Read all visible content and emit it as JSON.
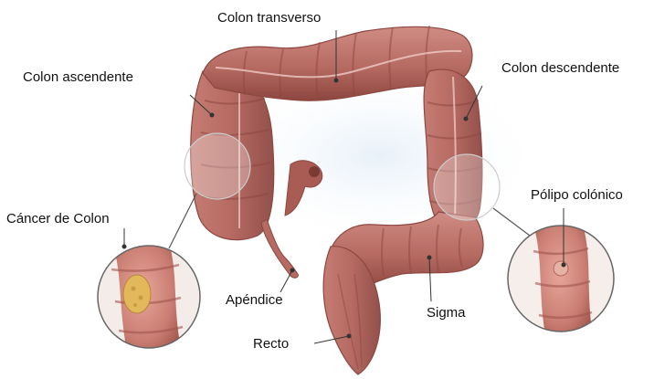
{
  "labels": {
    "colon_transverso": "Colon transverso",
    "colon_ascendente": "Colon ascendente",
    "colon_descendente": "Colon descendente",
    "cancer_de_colon": "Cáncer de Colon",
    "polipo_colonico": "Pólipo colónico",
    "apendice": "Apéndice",
    "sigma": "Sigma",
    "recto": "Recto"
  },
  "colors": {
    "tissue": "#b56a62",
    "tissue_dark": "#8d4740",
    "tissue_light": "#dba39a",
    "background_wash": "#dbe7f4",
    "tumor": "#e3b85a",
    "leader_line": "#333333",
    "magnifier_ring": "#666666"
  }
}
